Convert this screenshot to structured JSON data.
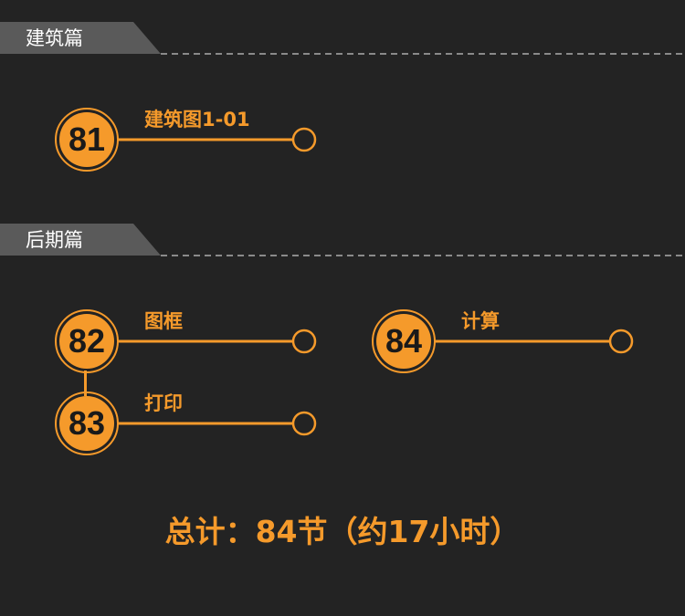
{
  "sections": {
    "architecture": {
      "title": "建筑篇"
    },
    "post": {
      "title": "后期篇"
    }
  },
  "lessons": {
    "l81": {
      "number": "81",
      "label": "建筑图1-01"
    },
    "l82": {
      "number": "82",
      "label": "图框"
    },
    "l83": {
      "number": "83",
      "label": "打印"
    },
    "l84": {
      "number": "84",
      "label": "计算"
    }
  },
  "summary": {
    "text": "总计：84节（约17小时）"
  },
  "colors": {
    "accent": "#f59a2b",
    "background": "#232323",
    "header_tab": "#5a5a5a",
    "dash": "#8a8a8a"
  }
}
